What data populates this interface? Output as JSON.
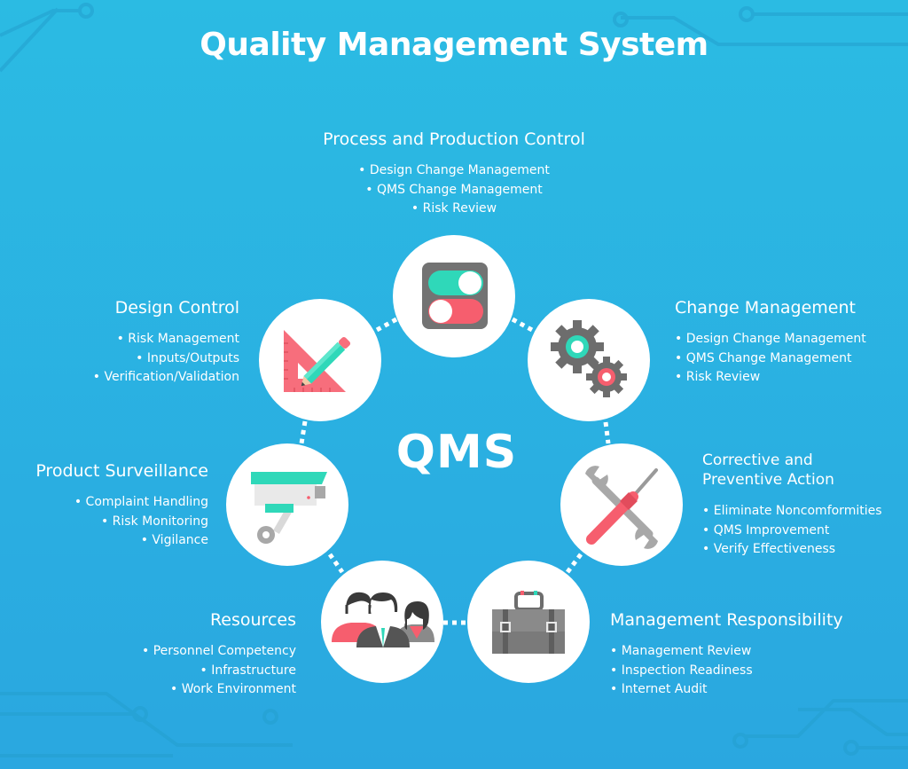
{
  "title": "Quality Management System",
  "center_label": "QMS",
  "colors": {
    "background_top": "#2bbbe3",
    "background_bottom": "#2aa7e0",
    "node_fill": "#ffffff",
    "teal": "#2fd8b9",
    "coral": "#f65e6e",
    "gray": "#6d6d6d",
    "light_gray": "#a8a8a8"
  },
  "sections": [
    {
      "id": "process-production-control",
      "title": "Process and Production Control",
      "icon": "toggle-switches-icon",
      "items": [
        "Design Change Management",
        "QMS Change Management",
        "Risk Review"
      ]
    },
    {
      "id": "change-management",
      "title": "Change Management",
      "icon": "gears-icon",
      "items": [
        "Design Change Management",
        "QMS Change Management",
        "Risk Review"
      ]
    },
    {
      "id": "corrective-preventive-action",
      "title_line1": "Corrective and",
      "title_line2": "Preventive Action",
      "icon": "wrench-screwdriver-icon",
      "items": [
        "Eliminate Noncomformities",
        "QMS Improvement",
        "Verify Effectiveness"
      ]
    },
    {
      "id": "management-responsibility",
      "title": "Management Responsibility",
      "icon": "briefcase-icon",
      "items": [
        "Management Review",
        "Inspection Readiness",
        "Internet Audit"
      ]
    },
    {
      "id": "resources",
      "title": "Resources",
      "icon": "people-icon",
      "items": [
        "Personnel Competency",
        "Infrastructure",
        "Work Environment"
      ]
    },
    {
      "id": "product-surveillance",
      "title": "Product Surveillance",
      "icon": "security-camera-icon",
      "items": [
        "Complaint Handling",
        "Risk Monitoring",
        "Vigilance"
      ]
    },
    {
      "id": "design-control",
      "title": "Design Control",
      "icon": "set-square-pencil-icon",
      "items": [
        "Risk Management",
        "Inputs/Outputs",
        "Verification/Validation"
      ]
    }
  ]
}
